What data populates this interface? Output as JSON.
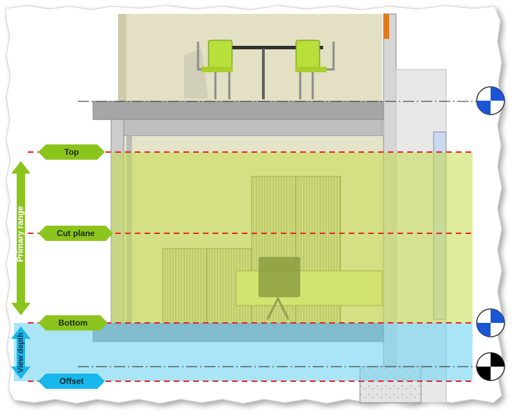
{
  "labels": {
    "top": "Top",
    "cut_plane": "Cut plane",
    "bottom": "Bottom",
    "offset": "Offset"
  },
  "ranges": {
    "primary": "Primary range",
    "view_depth": "View depth"
  },
  "colors": {
    "primary_band": "#c5dc4a",
    "view_depth_band": "#6fd4f0",
    "range_arrow_green": "#8cc41e",
    "range_arrow_cyan": "#16b7ea",
    "level_line": "#e3262c",
    "level_marker_blue": "#1a55d6",
    "level_marker_black": "#000000"
  },
  "icons": [
    "level-marker-icon",
    "level-marker-icon",
    "level-marker-icon"
  ]
}
